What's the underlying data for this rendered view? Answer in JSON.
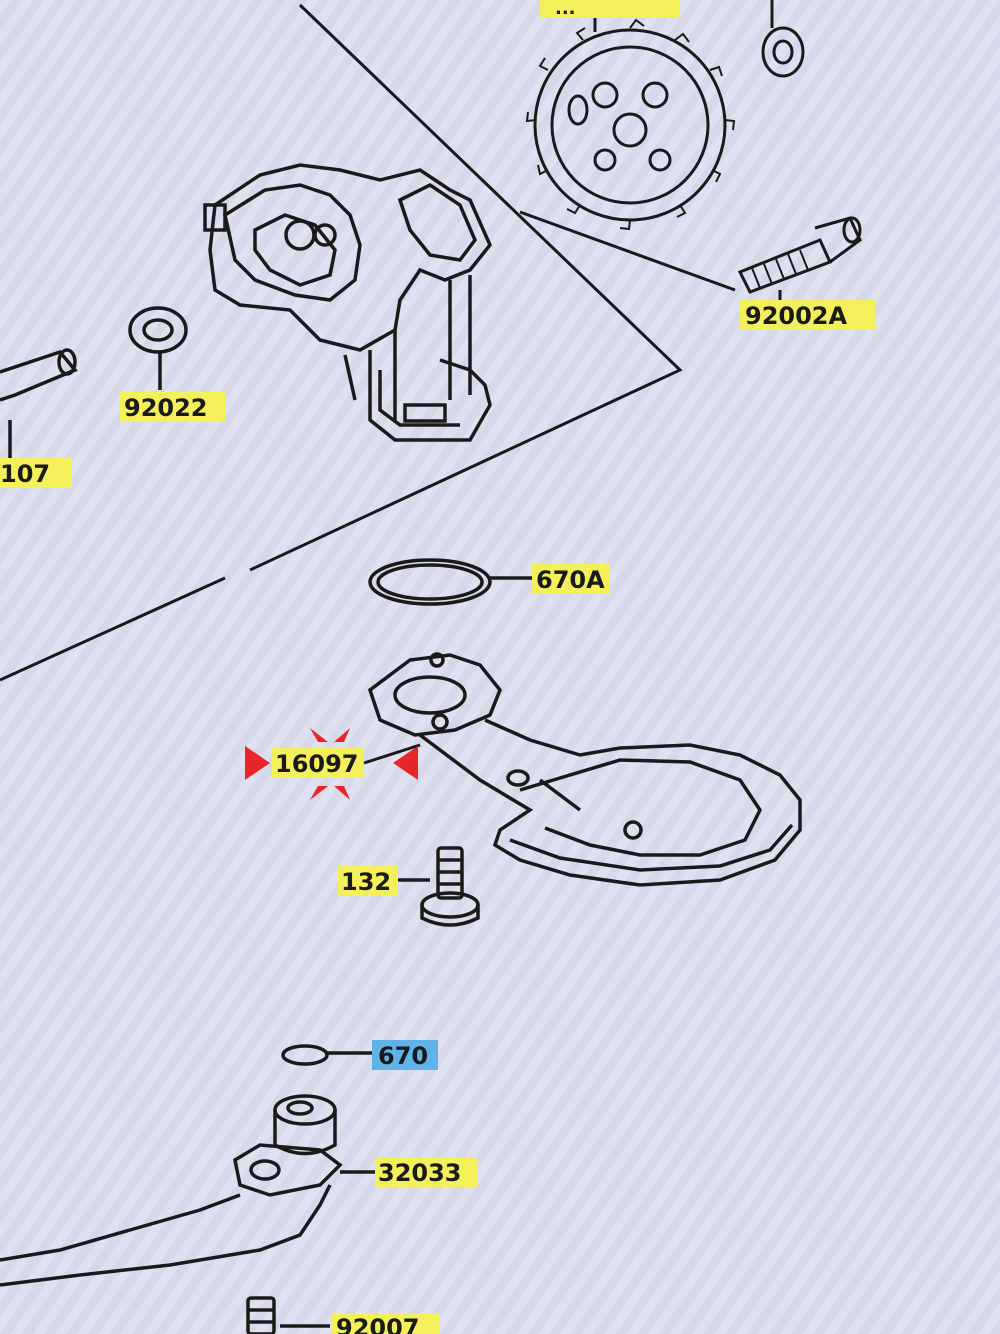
{
  "colors": {
    "background": "#d7d9ea",
    "line": "#1a1a1a",
    "label_highlight": "#f3f05a",
    "label_selected": "#5fb3e8",
    "selection_marker": "#e8262a"
  },
  "parts": [
    {
      "id": "top-cut",
      "label": "...",
      "highlight": "yellow"
    },
    {
      "id": "92002A",
      "label": "92002A",
      "highlight": "yellow"
    },
    {
      "id": "92022",
      "label": "92022",
      "highlight": "yellow"
    },
    {
      "id": "107-cut",
      "label": "107",
      "highlight": "yellow"
    },
    {
      "id": "670A",
      "label": "670A",
      "highlight": "yellow"
    },
    {
      "id": "16097",
      "label": "16097",
      "highlight": "yellow",
      "selected": true
    },
    {
      "id": "132",
      "label": "132",
      "highlight": "yellow"
    },
    {
      "id": "670",
      "label": "670",
      "highlight": "blue"
    },
    {
      "id": "32033",
      "label": "32033",
      "highlight": "yellow"
    },
    {
      "id": "92007-cut",
      "label": "92007",
      "highlight": "yellow"
    }
  ]
}
